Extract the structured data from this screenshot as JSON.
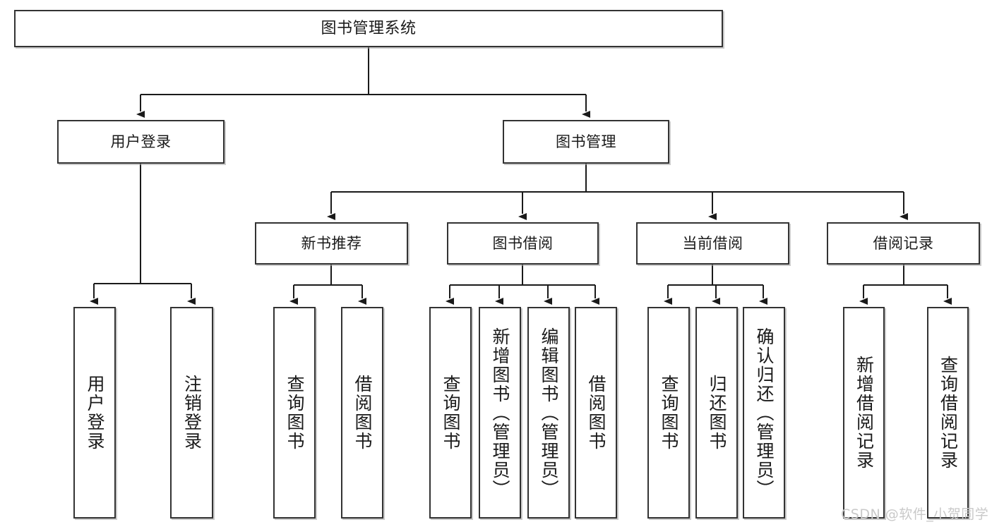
{
  "diagram": {
    "title": "图书管理系统",
    "type": "tree-hierarchy-diagram",
    "colors": {
      "box_border": "#333333",
      "box_fill": "#ffffff",
      "edge": "#1a1a1a",
      "background": "#ffffff",
      "watermark": "#c9c9c9"
    },
    "root": {
      "label": "图书管理系统"
    },
    "level2": [
      {
        "label": "用户登录"
      },
      {
        "label": "图书管理"
      }
    ],
    "level3": [
      {
        "label": "新书推荐"
      },
      {
        "label": "图书借阅"
      },
      {
        "label": "当前借阅"
      },
      {
        "label": "借阅记录"
      }
    ],
    "leaves": [
      {
        "label": "用户登录",
        "parent": "用户登录"
      },
      {
        "label": "注销登录",
        "parent": "用户登录"
      },
      {
        "label": "查询图书",
        "parent": "新书推荐"
      },
      {
        "label": "借阅图书",
        "parent": "新书推荐"
      },
      {
        "label": "查询图书",
        "parent": "图书借阅"
      },
      {
        "label": "新增图书（管理员）",
        "parent": "图书借阅"
      },
      {
        "label": "编辑图书（管理员）",
        "parent": "图书借阅"
      },
      {
        "label": "借阅图书",
        "parent": "图书借阅"
      },
      {
        "label": "查询图书",
        "parent": "当前借阅"
      },
      {
        "label": "归还图书",
        "parent": "当前借阅"
      },
      {
        "label": "确认归还（管理员）",
        "parent": "当前借阅"
      },
      {
        "label": "新增借阅记录",
        "parent": "借阅记录"
      },
      {
        "label": "查询借阅记录",
        "parent": "借阅记录"
      }
    ]
  },
  "watermark": {
    "text": "CSDN @软件_小贺同学"
  }
}
